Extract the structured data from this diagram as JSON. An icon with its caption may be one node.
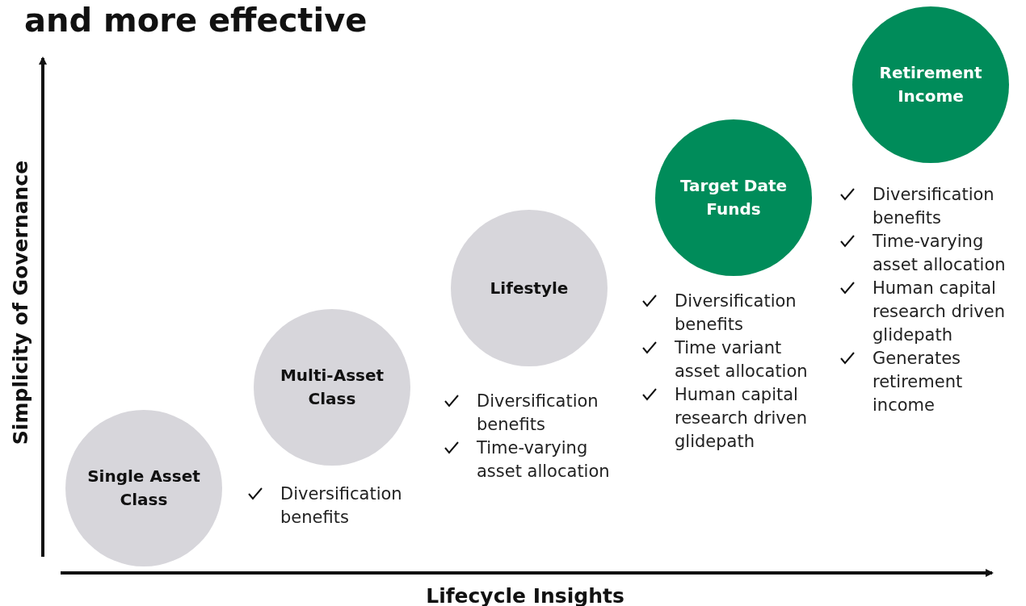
{
  "diagram": {
    "title": "and more effective",
    "nodes": [
      {
        "text": [
          "Single Asset Class"
        ]
      },
      {
        "text": [
          "Multi-Asset Class"
        ],
        "beside": [
          "Diversification benefits"
        ]
      },
      {
        "text": [
          "Lifestyle"
        ],
        "beside": [
          "Diversification benefits",
          "Time-varying asset allocation"
        ]
      },
      {
        "text": [
          "Target Date Funds"
        ],
        "beside": [
          "Diversification benefits",
          "Time variant asset allocation",
          "Human capital research driven glidepath"
        ]
      },
      {
        "text": [
          "Retirement Income"
        ],
        "beside": [
          "Diversification benefits",
          "Time-varying asset allocation",
          "Human capital research driven glidepath",
          "Generates retirement income"
        ]
      }
    ],
    "edges": [],
    "labels": [
      "Simplicity of Governance",
      "Lifecycle Insights"
    ]
  }
}
